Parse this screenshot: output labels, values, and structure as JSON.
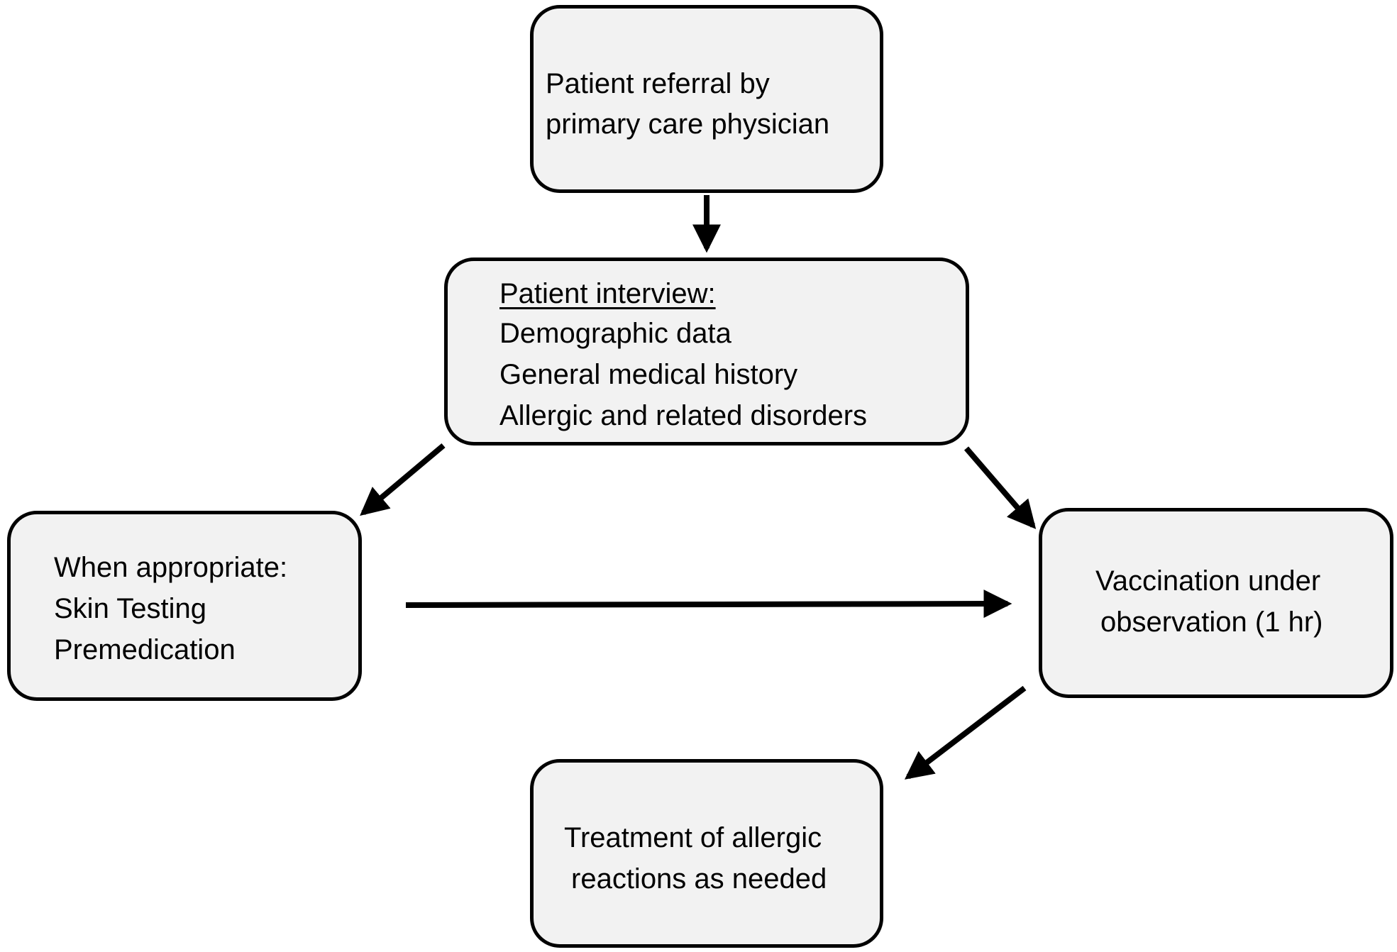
{
  "nodes": {
    "referral": {
      "lines": [
        "Patient referral by",
        "primary care physician"
      ]
    },
    "interview": {
      "heading": "Patient interview:",
      "lines": [
        "Demographic data",
        "General medical history",
        "Allergic and related disorders"
      ]
    },
    "appropriate": {
      "lines": [
        "When appropriate:",
        "Skin Testing",
        "Premedication"
      ]
    },
    "vaccination": {
      "lines": [
        "Vaccination under",
        "observation (1 hr)"
      ]
    },
    "treatment": {
      "lines": [
        "Treatment of allergic",
        "reactions as needed"
      ]
    }
  },
  "edges": [
    {
      "from": "referral",
      "to": "interview"
    },
    {
      "from": "interview",
      "to": "appropriate"
    },
    {
      "from": "interview",
      "to": "vaccination"
    },
    {
      "from": "appropriate",
      "to": "vaccination"
    },
    {
      "from": "vaccination",
      "to": "treatment"
    }
  ]
}
